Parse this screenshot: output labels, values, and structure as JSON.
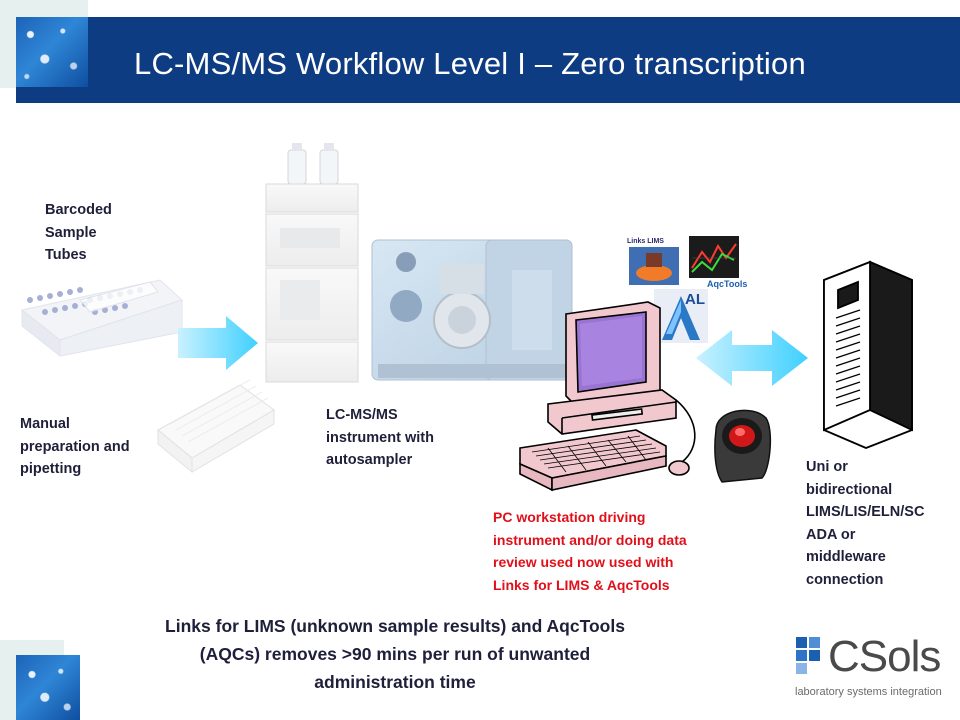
{
  "slide": {
    "title": "LC-MS/MS Workflow Level I – Zero transcription"
  },
  "labels": {
    "barcoded": [
      "Barcoded",
      "Sample",
      "Tubes"
    ],
    "manual": [
      "Manual",
      "preparation and",
      "pipetting"
    ],
    "lcms": [
      "LC-MS/MS",
      "instrument with",
      "autosampler"
    ],
    "pc": [
      "PC workstation driving",
      "instrument and/or doing data",
      "review used now used with",
      "Links for LIMS & AqcTools"
    ],
    "uni": [
      "Uni or",
      "bidirectional",
      "LIMS/LIS/ELN/SC",
      "ADA or",
      "middleware",
      "connection"
    ]
  },
  "bottom_text": [
    "Links for LIMS (unknown sample results) and AqcTools",
    "(AQCs) removes >90 mins per run of unwanted",
    "administration time"
  ],
  "apps": {
    "links_label": "Links LIMS",
    "aqctools_label": "AqcTools",
    "al_label": "AL"
  },
  "logo": {
    "name": "CSols",
    "tagline": "laboratory systems integration"
  },
  "colors": {
    "header": "#0e3c82",
    "accent_arrow": "#00b4f0",
    "red_text": "#e0101a"
  }
}
